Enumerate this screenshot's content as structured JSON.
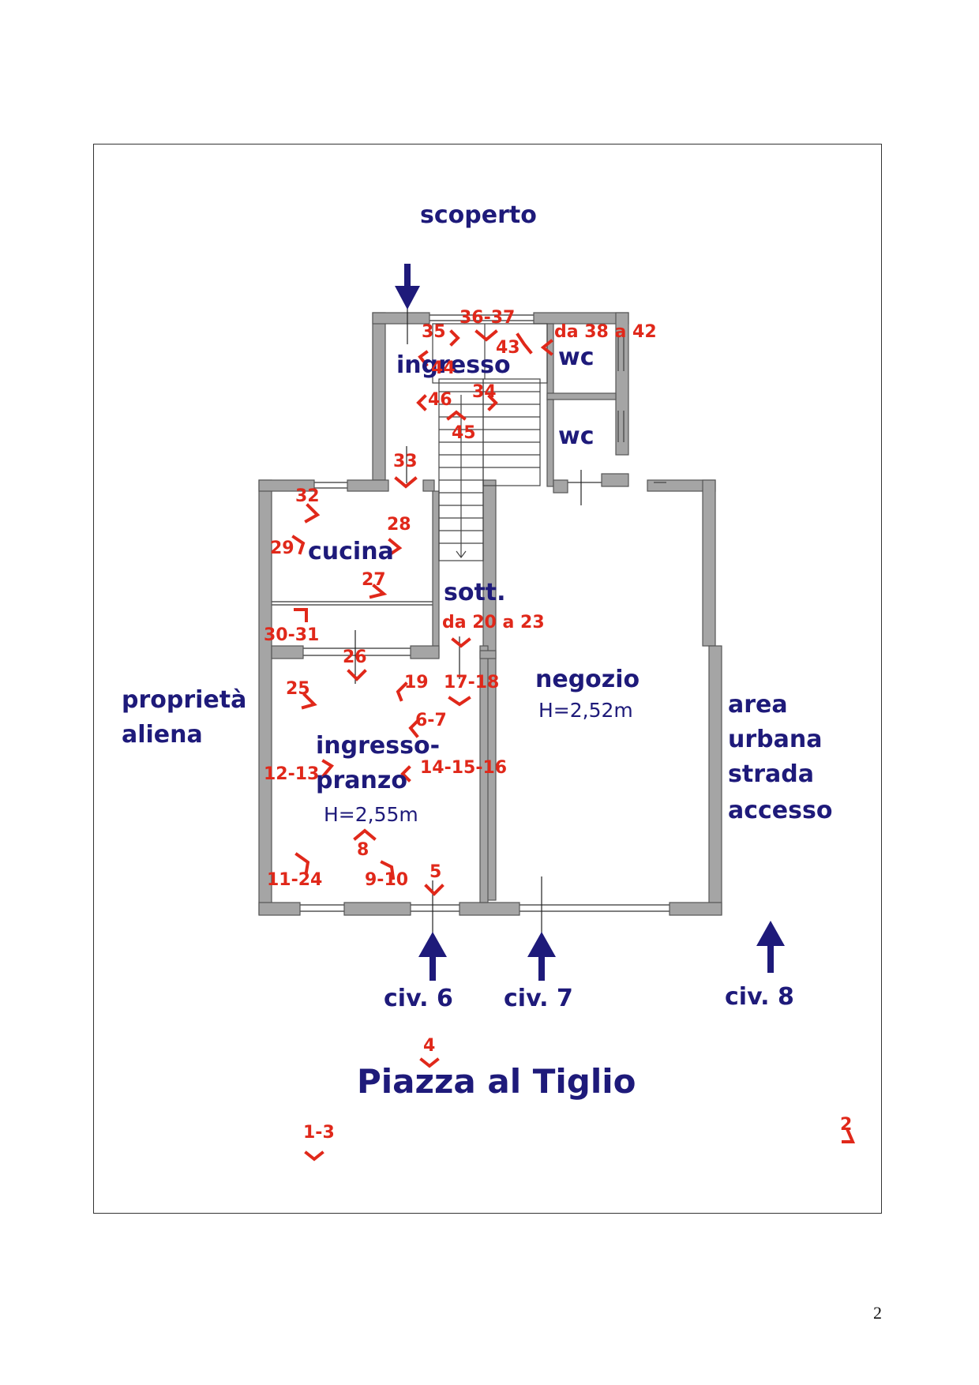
{
  "page_number": "2",
  "compass_labels": {
    "scoperto": "scoperto",
    "proprieta": "proprietà",
    "aliena": "aliena",
    "area": "area",
    "urbana": "urbana",
    "strada": "strada",
    "accesso": "accesso",
    "civ6": "civ. 6",
    "civ7": "civ. 7",
    "civ8": "civ. 8",
    "piazza": "Piazza al Tiglio"
  },
  "rooms": {
    "ingresso": "ingresso",
    "wc_top": "wc",
    "wc_bottom": "wc",
    "cucina": "cucina",
    "sott": "sott.",
    "negozio": "negozio",
    "negozio_h": "H=2,52m",
    "ingresso_pranzo_1": "ingresso-",
    "ingresso_pranzo_2": "pranzo",
    "ingresso_pranzo_h": "H=2,55m"
  },
  "photo_points": {
    "p35": "35",
    "p36_37": "36-37",
    "p43": "43",
    "p38_42": "da 38 a 42",
    "p44": "44",
    "p46": "46",
    "p34": "34",
    "p45": "45",
    "p33": "33",
    "p32": "32",
    "p28": "28",
    "p29": "29",
    "p27": "27",
    "p30_31": "30-31",
    "p20_23": "da 20 a 23",
    "p26": "26",
    "p25": "25",
    "p19": "19",
    "p17_18": "17-18",
    "p6_7": "6-7",
    "p12_13": "12-13",
    "p14_16": "14-15-16",
    "p8": "8",
    "p11_24": "11-24",
    "p9_10": "9-10",
    "p5": "5",
    "p4": "4",
    "p1_3": "1-3",
    "p2": "2"
  },
  "colors": {
    "label_blue": "#1e1a7a",
    "photo_red": "#e0281a",
    "wall_gray": "#9a9a9a"
  }
}
